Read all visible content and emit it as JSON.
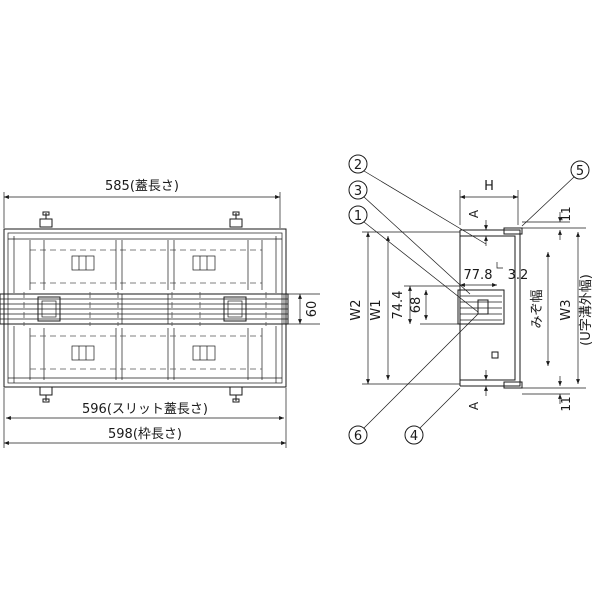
{
  "plan_view": {
    "dim_top": "585(蓋長さ)",
    "dim_bottom_1": "596(スリット蓋長さ)",
    "dim_bottom_2": "598(枠長さ)",
    "dim_right": "60"
  },
  "section_view": {
    "dim_h": "H",
    "dim_a_top": "A",
    "dim_a_bottom": "A",
    "dim_11_top": "11",
    "dim_11_bottom": "11",
    "dim_77_8": "77.8",
    "dim_3_2": "3.2",
    "dim_74_4": "74.4",
    "dim_68": "68",
    "label_w1": "W1",
    "label_w2": "W2",
    "label_w3": "W3",
    "label_groove": "みぞ幅",
    "label_outer": "(U字溝外幅)"
  },
  "callouts": [
    "1",
    "2",
    "3",
    "4",
    "5",
    "6"
  ]
}
